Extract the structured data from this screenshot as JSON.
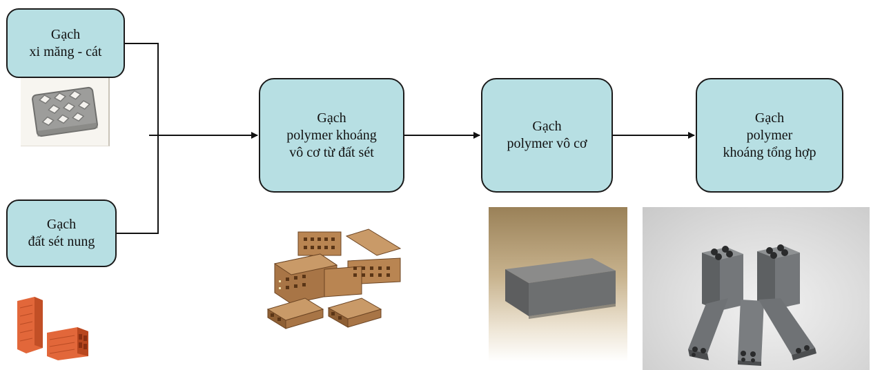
{
  "boxes": {
    "cement_sand": {
      "line1": "Gạch",
      "line2": "xi măng - cát"
    },
    "fired_clay": {
      "line1": "Gạch",
      "line2": "đất sét nung"
    },
    "clay_geopolymer": {
      "line1": "Gạch",
      "line2": "polymer khoáng",
      "line3": "vô cơ từ đất sét"
    },
    "inorganic_polymer": {
      "line1": "Gạch",
      "line2": "polymer vô cơ"
    },
    "synthetic_mineral_polymer": {
      "line1": "Gạch",
      "line2": "polymer",
      "line3": "khoáng tổng hợp"
    }
  },
  "colors": {
    "box_fill": "#b7dfe3",
    "box_border": "#1a1a1a",
    "clay_brick": "#e2673a",
    "geopolymer_brick": "#b98552",
    "grey_block": "#6d6f70"
  },
  "images": {
    "cement_sand": "grass-paver-block-photo",
    "fired_clay": "hollow-clay-brick-photo",
    "clay_geopolymer": "perforated-brown-bricks-illustration",
    "inorganic_polymer": "solid-grey-block-photo",
    "synthetic_mineral_polymer": "grey-hollow-blocks-photo"
  }
}
